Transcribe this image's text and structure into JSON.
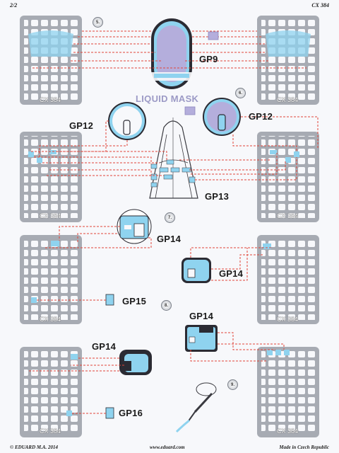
{
  "header": {
    "page": "2/2",
    "code": "CX 384"
  },
  "parts": {
    "gp9": "GP9",
    "gp12_left": "GP12",
    "gp12_right": "GP12",
    "gp13": "GP13",
    "gp14_a": "GP14",
    "gp14_b": "GP14",
    "gp14_c": "GP14",
    "gp14_d": "GP14",
    "gp15": "GP15",
    "gp16": "GP16"
  },
  "liquid_mask": "LIQUID MASK",
  "fret_code": "CX 384",
  "steps": [
    "5.",
    "6.",
    "7.",
    "8.",
    "9."
  ],
  "footer": {
    "copyright": "© EDUARD  M.A. 2014",
    "website": "www.eduard.com",
    "origin": "Made in Czech Republic"
  },
  "colors": {
    "mask_blue": "#8fd3ef",
    "liquid_mask": "#b4aedc",
    "leader_red": "#e0453a",
    "fret_grey": "#a7abb3"
  }
}
